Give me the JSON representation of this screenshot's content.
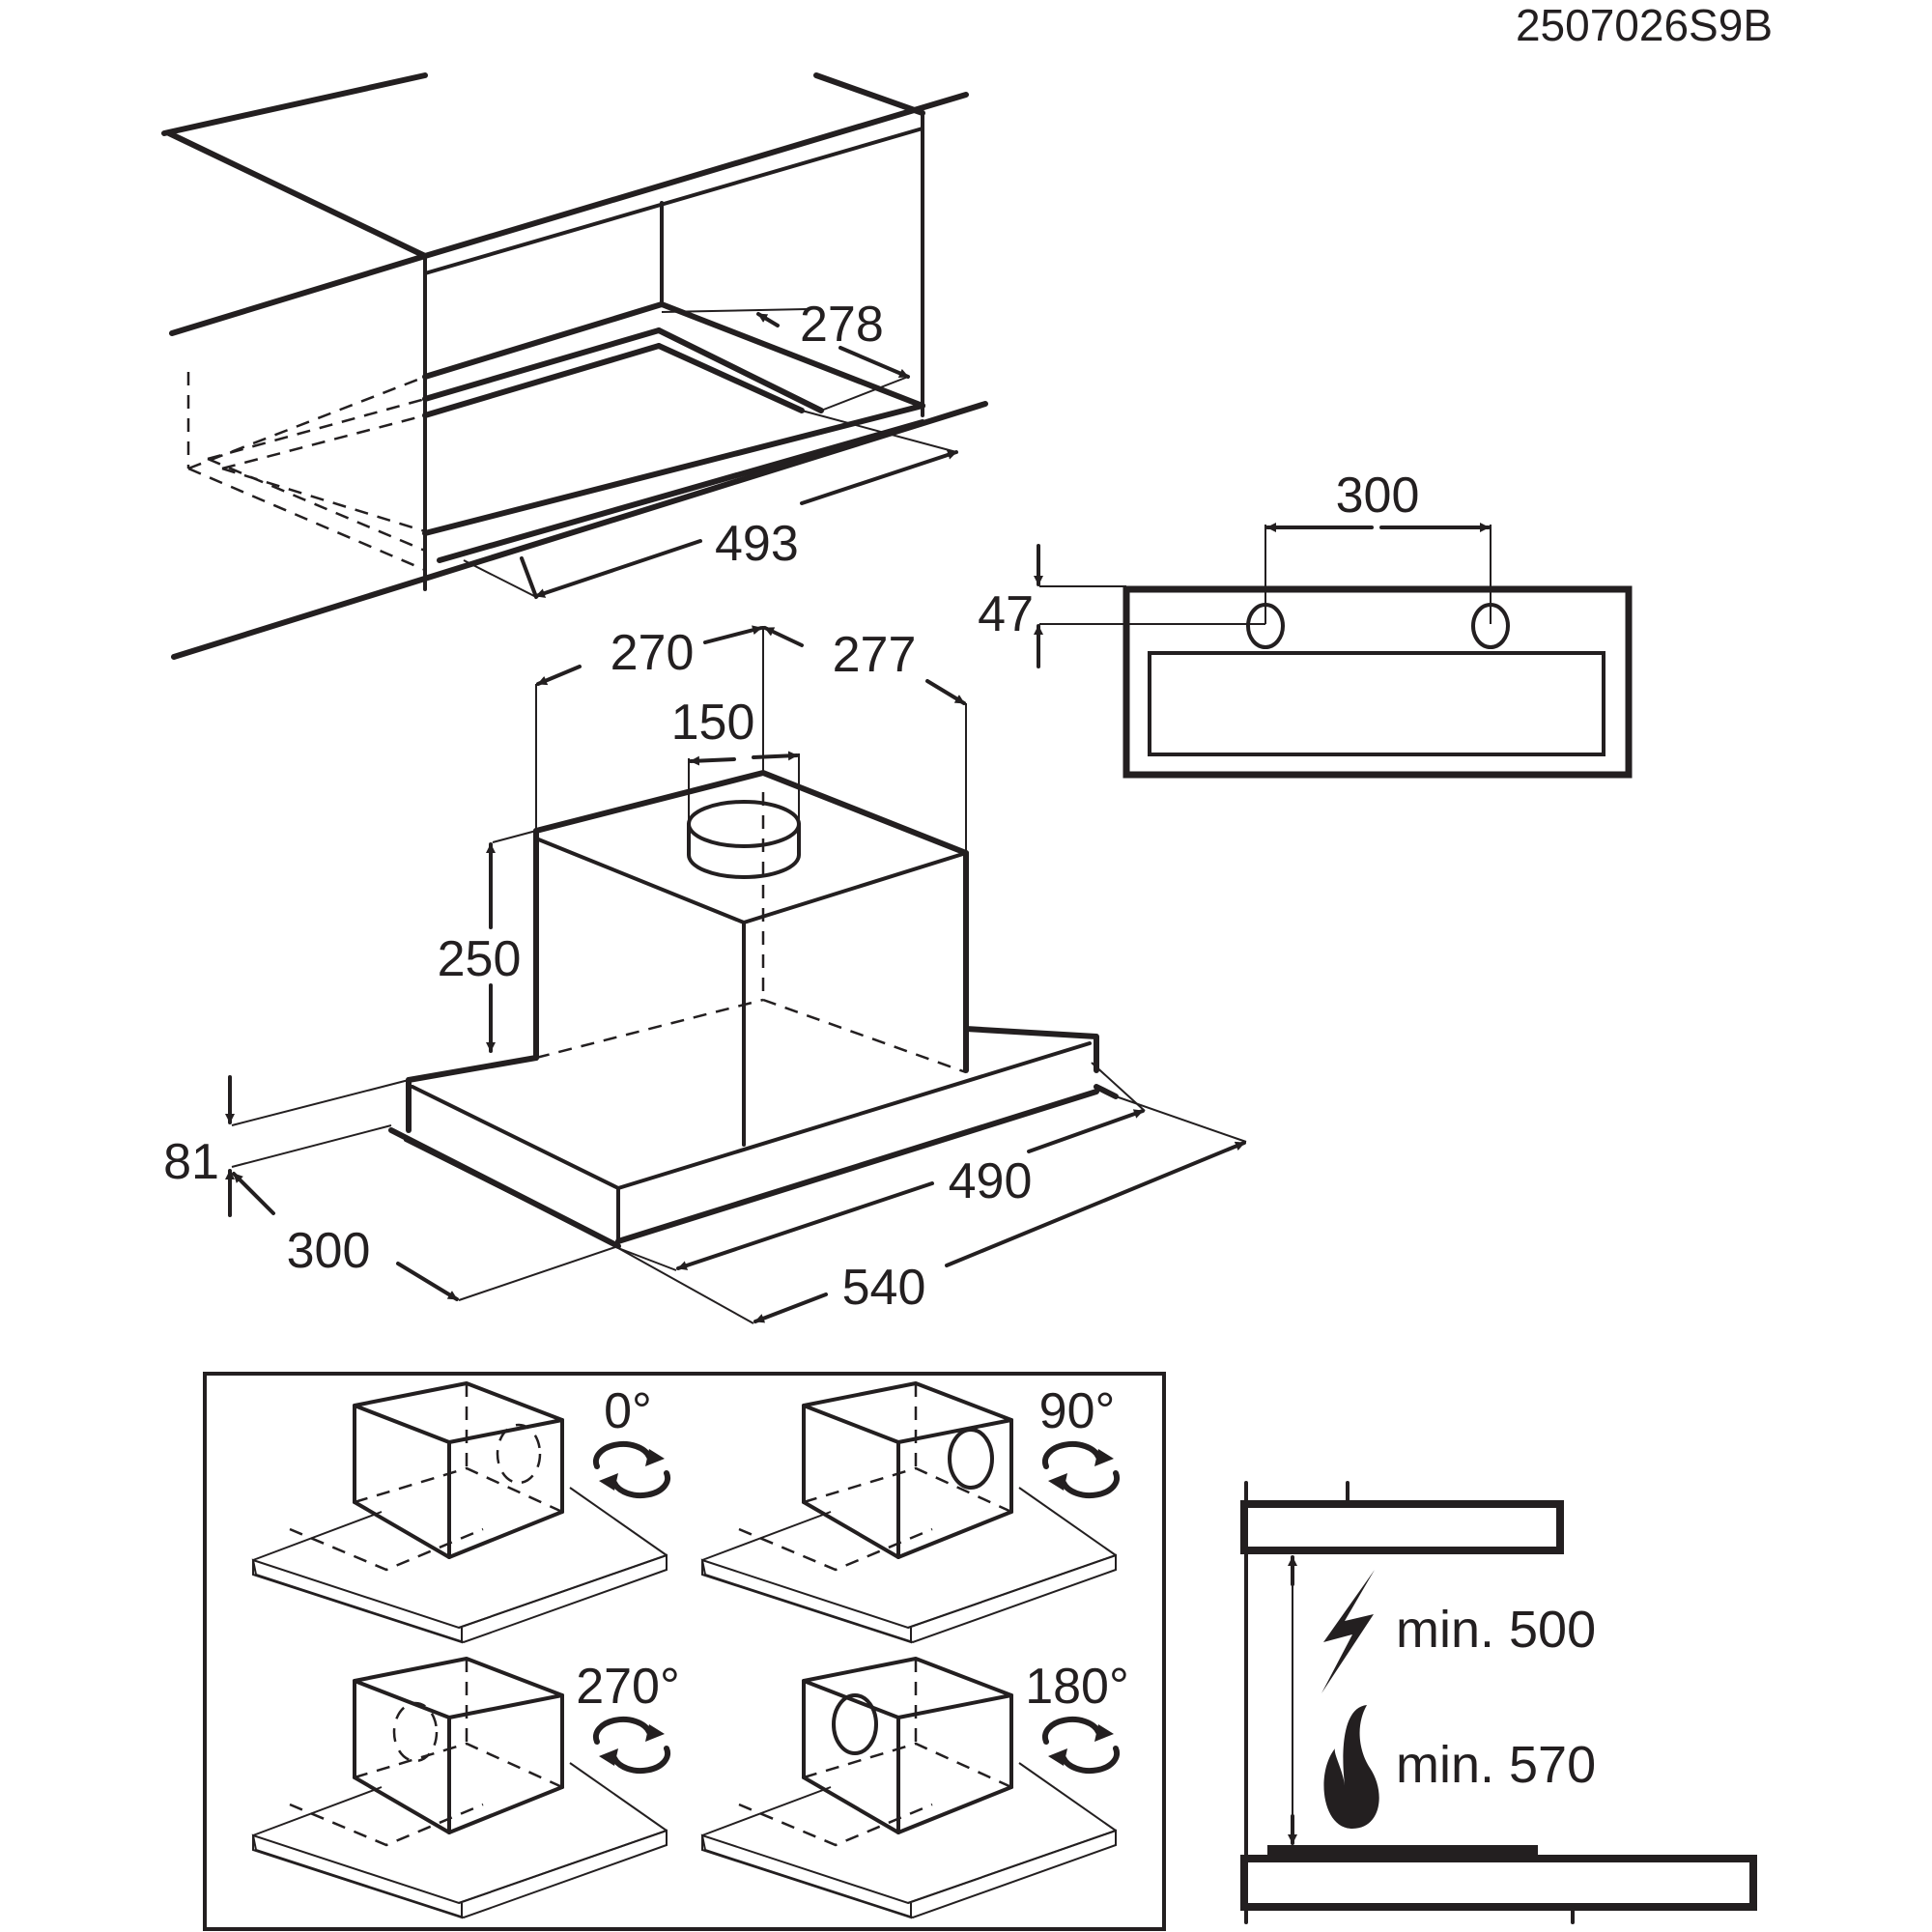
{
  "document": {
    "code": "2507026S9B"
  },
  "cabinet_view": {
    "dimensions": {
      "depth": "278",
      "width": "493"
    }
  },
  "top_view": {
    "dimensions": {
      "hole_spacing": "300",
      "hole_offset": "47"
    }
  },
  "hood_view": {
    "dimensions": {
      "chimney_left": "270",
      "chimney_right": "277",
      "outlet_diameter": "150",
      "chimney_height": "250",
      "base_height": "81",
      "depth": "300",
      "inner_width": "490",
      "outer_width": "540"
    }
  },
  "rotation_panel": {
    "options": [
      {
        "angle": "0°",
        "icon": "rotate-arrows-icon"
      },
      {
        "angle": "90°",
        "icon": "rotate-arrows-icon"
      },
      {
        "angle": "270°",
        "icon": "rotate-arrows-icon"
      },
      {
        "angle": "180°",
        "icon": "rotate-arrows-icon"
      }
    ]
  },
  "clearance": {
    "electric": {
      "label": "min. 500",
      "icon": "lightning-icon"
    },
    "gas": {
      "label": "min. 570",
      "icon": "flame-icon"
    }
  },
  "colors": {
    "ink": "#231f20",
    "background": "#ffffff"
  }
}
